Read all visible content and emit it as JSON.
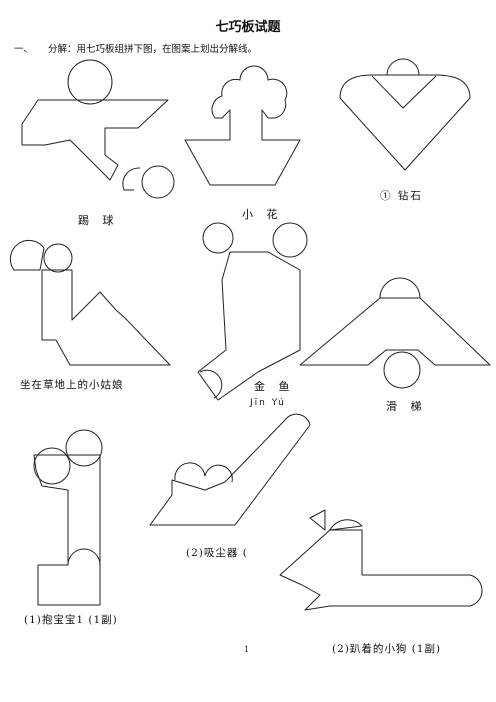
{
  "title": "七巧板试题",
  "instruction": {
    "number": "一、",
    "text": "分解：用七巧板组拼下图，在图案上划出分解线。"
  },
  "figures": [
    {
      "caption": "踢 球"
    },
    {
      "caption": "小 花"
    },
    {
      "caption": "① 钻石"
    },
    {
      "caption": "坐在草地上的小姑娘"
    },
    {
      "caption": "金 鱼",
      "pinyin": "Jīn Yú"
    },
    {
      "caption": "滑 梯"
    },
    {
      "caption": "(2)吸尘器 ("
    },
    {
      "caption": "(1)抱宝宝1 (1副)"
    },
    {
      "caption": "(2)趴着的小狗 (1副)"
    }
  ],
  "page_number": "1"
}
